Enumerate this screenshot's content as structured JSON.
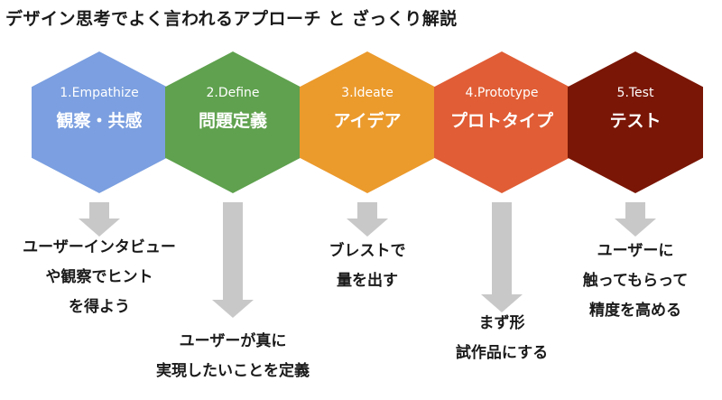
{
  "title": "デザイン思考でよく言われるアプローチ と ざっくり解説",
  "stages": [
    {
      "number": "1.Empathize",
      "name": "観察・共感",
      "color": "#7b9fe0",
      "description": [
        "ユーザーインタビュー",
        "や観察でヒント",
        "を得よう"
      ]
    },
    {
      "number": "2.Define",
      "name": "問題定義",
      "color": "#5fa14e",
      "description": [
        "ユーザーが真に",
        "実現したいことを定義"
      ]
    },
    {
      "number": "3.Ideate",
      "name": "アイデア",
      "color": "#eb9a2c",
      "description": [
        "ブレストで",
        "量を出す"
      ]
    },
    {
      "number": "4.Prototype",
      "name": "プロトタイプ",
      "color": "#e05d35",
      "description": [
        "まず形",
        "試作品にする"
      ]
    },
    {
      "number": "5.Test",
      "name": "テスト",
      "color": "#7a1605",
      "description": [
        "ユーザーに",
        "触ってもらって",
        "精度を高める"
      ]
    }
  ]
}
